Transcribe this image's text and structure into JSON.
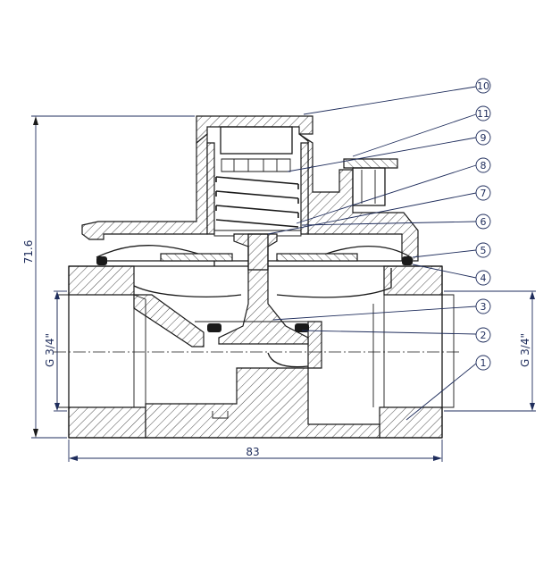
{
  "dimensions": {
    "height_total": "71.6",
    "inlet_thread": "G 3/4\"",
    "outlet_thread": "G 3/4\"",
    "length_total": "83"
  },
  "callouts": [
    {
      "id": "c10",
      "label": "10"
    },
    {
      "id": "c11",
      "label": "11"
    },
    {
      "id": "c9",
      "label": "9"
    },
    {
      "id": "c8",
      "label": "8"
    },
    {
      "id": "c7",
      "label": "7"
    },
    {
      "id": "c6",
      "label": "6"
    },
    {
      "id": "c5",
      "label": "5"
    },
    {
      "id": "c4",
      "label": "4"
    },
    {
      "id": "c3",
      "label": "3"
    },
    {
      "id": "c2",
      "label": "2"
    },
    {
      "id": "c1",
      "label": "1"
    }
  ],
  "colors": {
    "dimension_ink": "#1f2d5c",
    "drawing_ink": "#1a1a1a"
  }
}
